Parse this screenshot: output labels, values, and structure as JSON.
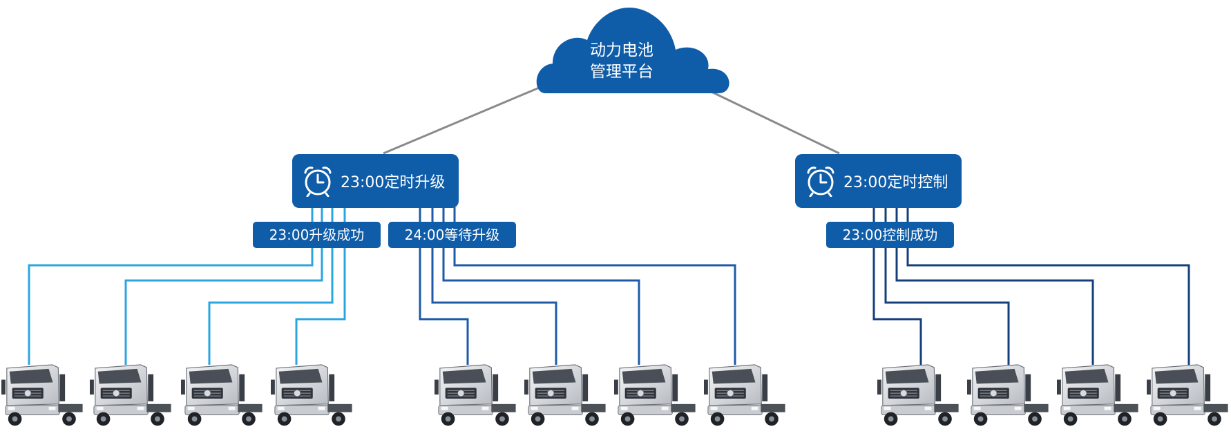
{
  "cloud": {
    "line1": "动力电池",
    "line2": "管理平台",
    "color": "#0f5ca8"
  },
  "left_task": {
    "label": "23:00定时升级",
    "icon": "alarm-clock-icon"
  },
  "right_task": {
    "label": "23:00定时控制",
    "icon": "alarm-clock-icon"
  },
  "status": {
    "upgrade_success": "23:00升级成功",
    "upgrade_waiting": "24:00等待升级",
    "control_success": "23:00控制成功"
  },
  "colors": {
    "node_blue": "#0f5ca8",
    "success_line": "#29a6e0",
    "waiting_line": "#1c5aa8",
    "control_line": "#143f7d",
    "connector": "#8a8a8a"
  },
  "trucks": {
    "count": 12,
    "icon": "truck-icon"
  }
}
